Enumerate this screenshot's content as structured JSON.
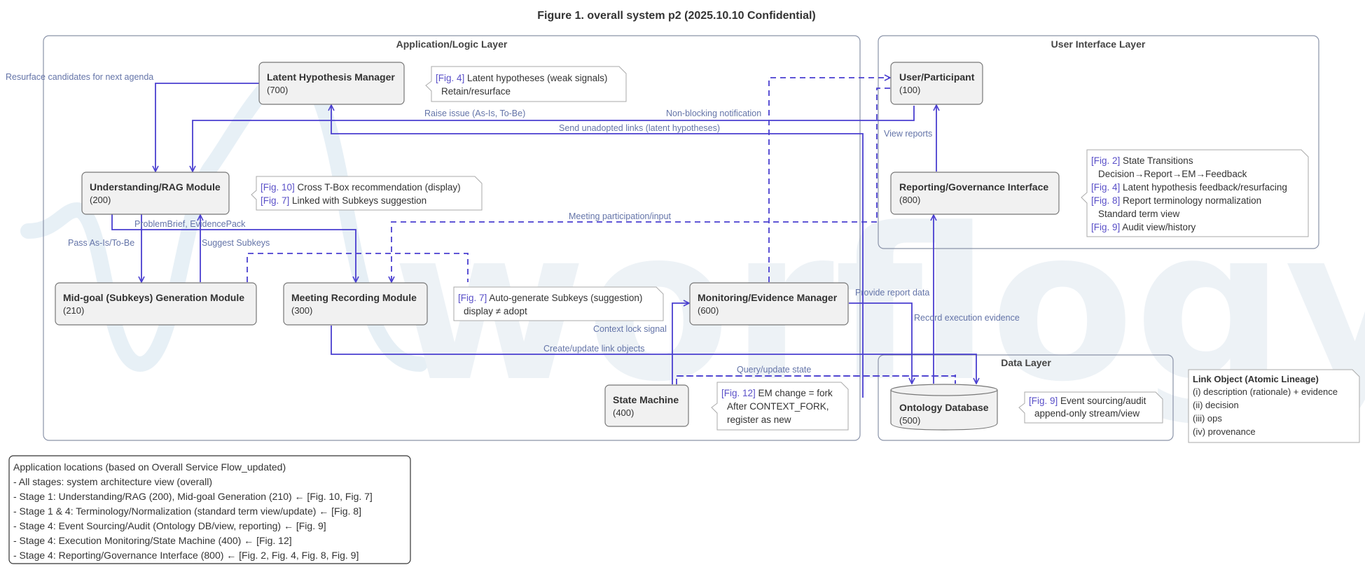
{
  "title": "Figure 1. overall system p2 (2025.10.10 Confidential)",
  "watermark": "worflogy",
  "layers": {
    "app": "Application/Logic Layer",
    "ui": "User Interface Layer",
    "data": "Data Layer"
  },
  "modules": {
    "latent": {
      "name": "Latent Hypothesis Manager",
      "num": "(700)"
    },
    "user": {
      "name": "User/Participant",
      "num": "(100)"
    },
    "rag": {
      "name": "Understanding/RAG Module",
      "num": "(200)"
    },
    "reporting": {
      "name": "Reporting/Governance Interface",
      "num": "(800)"
    },
    "midgoal": {
      "name": "Mid-goal (Subkeys) Generation Module",
      "num": "(210)"
    },
    "meeting": {
      "name": "Meeting Recording Module",
      "num": "(300)"
    },
    "monitoring": {
      "name": "Monitoring/Evidence Manager",
      "num": "(600)"
    },
    "state": {
      "name": "State Machine",
      "num": "(400)"
    },
    "ontology": {
      "name": "Ontology Database",
      "num": "(500)"
    }
  },
  "notes": {
    "latent": {
      "tag": "[Fig. 4]",
      "l1": " Latent hypotheses (weak signals)",
      "l2": "Retain/resurface"
    },
    "rag": {
      "tag1": "[Fig. 10]",
      "l1": " Cross T-Box recommendation (display)",
      "tag2": "[Fig. 7]",
      "l2": " Linked with Subkeys suggestion"
    },
    "reporting": {
      "tag1": "[Fig. 2]",
      "l1": " State Transitions",
      "l2": "Decision→Report→EM→Feedback",
      "tag3": "[Fig. 4]",
      "l3": " Latent hypothesis feedback/resurfacing",
      "tag4": "[Fig. 8]",
      "l4": " Report terminology normalization",
      "l5": "Standard term view",
      "tag6": "[Fig. 9]",
      "l6": " Audit view/history"
    },
    "subkeys": {
      "tag": "[Fig. 7]",
      "l1": " Auto-generate Subkeys (suggestion)",
      "l2": "display ≠ adopt"
    },
    "state": {
      "tag": "[Fig. 12]",
      "l1": " EM change = fork",
      "l2": "After CONTEXT_FORK,",
      "l3": "register as new"
    },
    "ontology": {
      "tag": "[Fig. 9]",
      "l1": " Event sourcing/audit",
      "l2": "append-only stream/view"
    }
  },
  "edges": {
    "resurface": "Resurface candidates for next agenda",
    "raise_issue": "Raise issue (As-Is, To-Be)",
    "nonblocking": "Non-blocking notification",
    "unadopted": "Send unadopted links (latent hypotheses)",
    "view_reports": "View reports",
    "meeting_input": "Meeting participation/input",
    "problembrief": "ProblemBrief, EvidencePack",
    "pass_asis": "Pass As-Is/To-Be",
    "suggest_subkeys": "Suggest Subkeys",
    "provide_report": "Provide report data",
    "record_evidence": "Record execution evidence",
    "context_lock": "Context lock signal",
    "create_links": "Create/update link objects",
    "query_state": "Query/update state"
  },
  "link_object": {
    "title": "Link Object (Atomic Lineage)",
    "items": [
      "(i) description (rationale) + evidence",
      "(ii) decision",
      "(iii) ops",
      "(iv) provenance"
    ]
  },
  "legend": {
    "lines": [
      "Application locations (based on Overall Service Flow_updated)",
      "- All stages: system architecture view (overall)",
      "- Stage 1: Understanding/RAG (200), Mid-goal Generation (210) ← [Fig. 10, Fig. 7]",
      "- Stage 1 & 4: Terminology/Normalization (standard term view/update) ← [Fig. 8]",
      "- Stage 4: Event Sourcing/Audit (Ontology DB/view, reporting) ← [Fig. 9]",
      "- Stage 4: Execution Monitoring/State Machine (400) ← [Fig. 12]",
      "- Stage 4: Reporting/Governance Interface (800) ← [Fig. 2, Fig. 4, Fig. 8, Fig. 9]"
    ]
  },
  "colors": {
    "edge": "#4a3fd0",
    "label": "#6474a8",
    "watermark": "#c9dbe8"
  }
}
